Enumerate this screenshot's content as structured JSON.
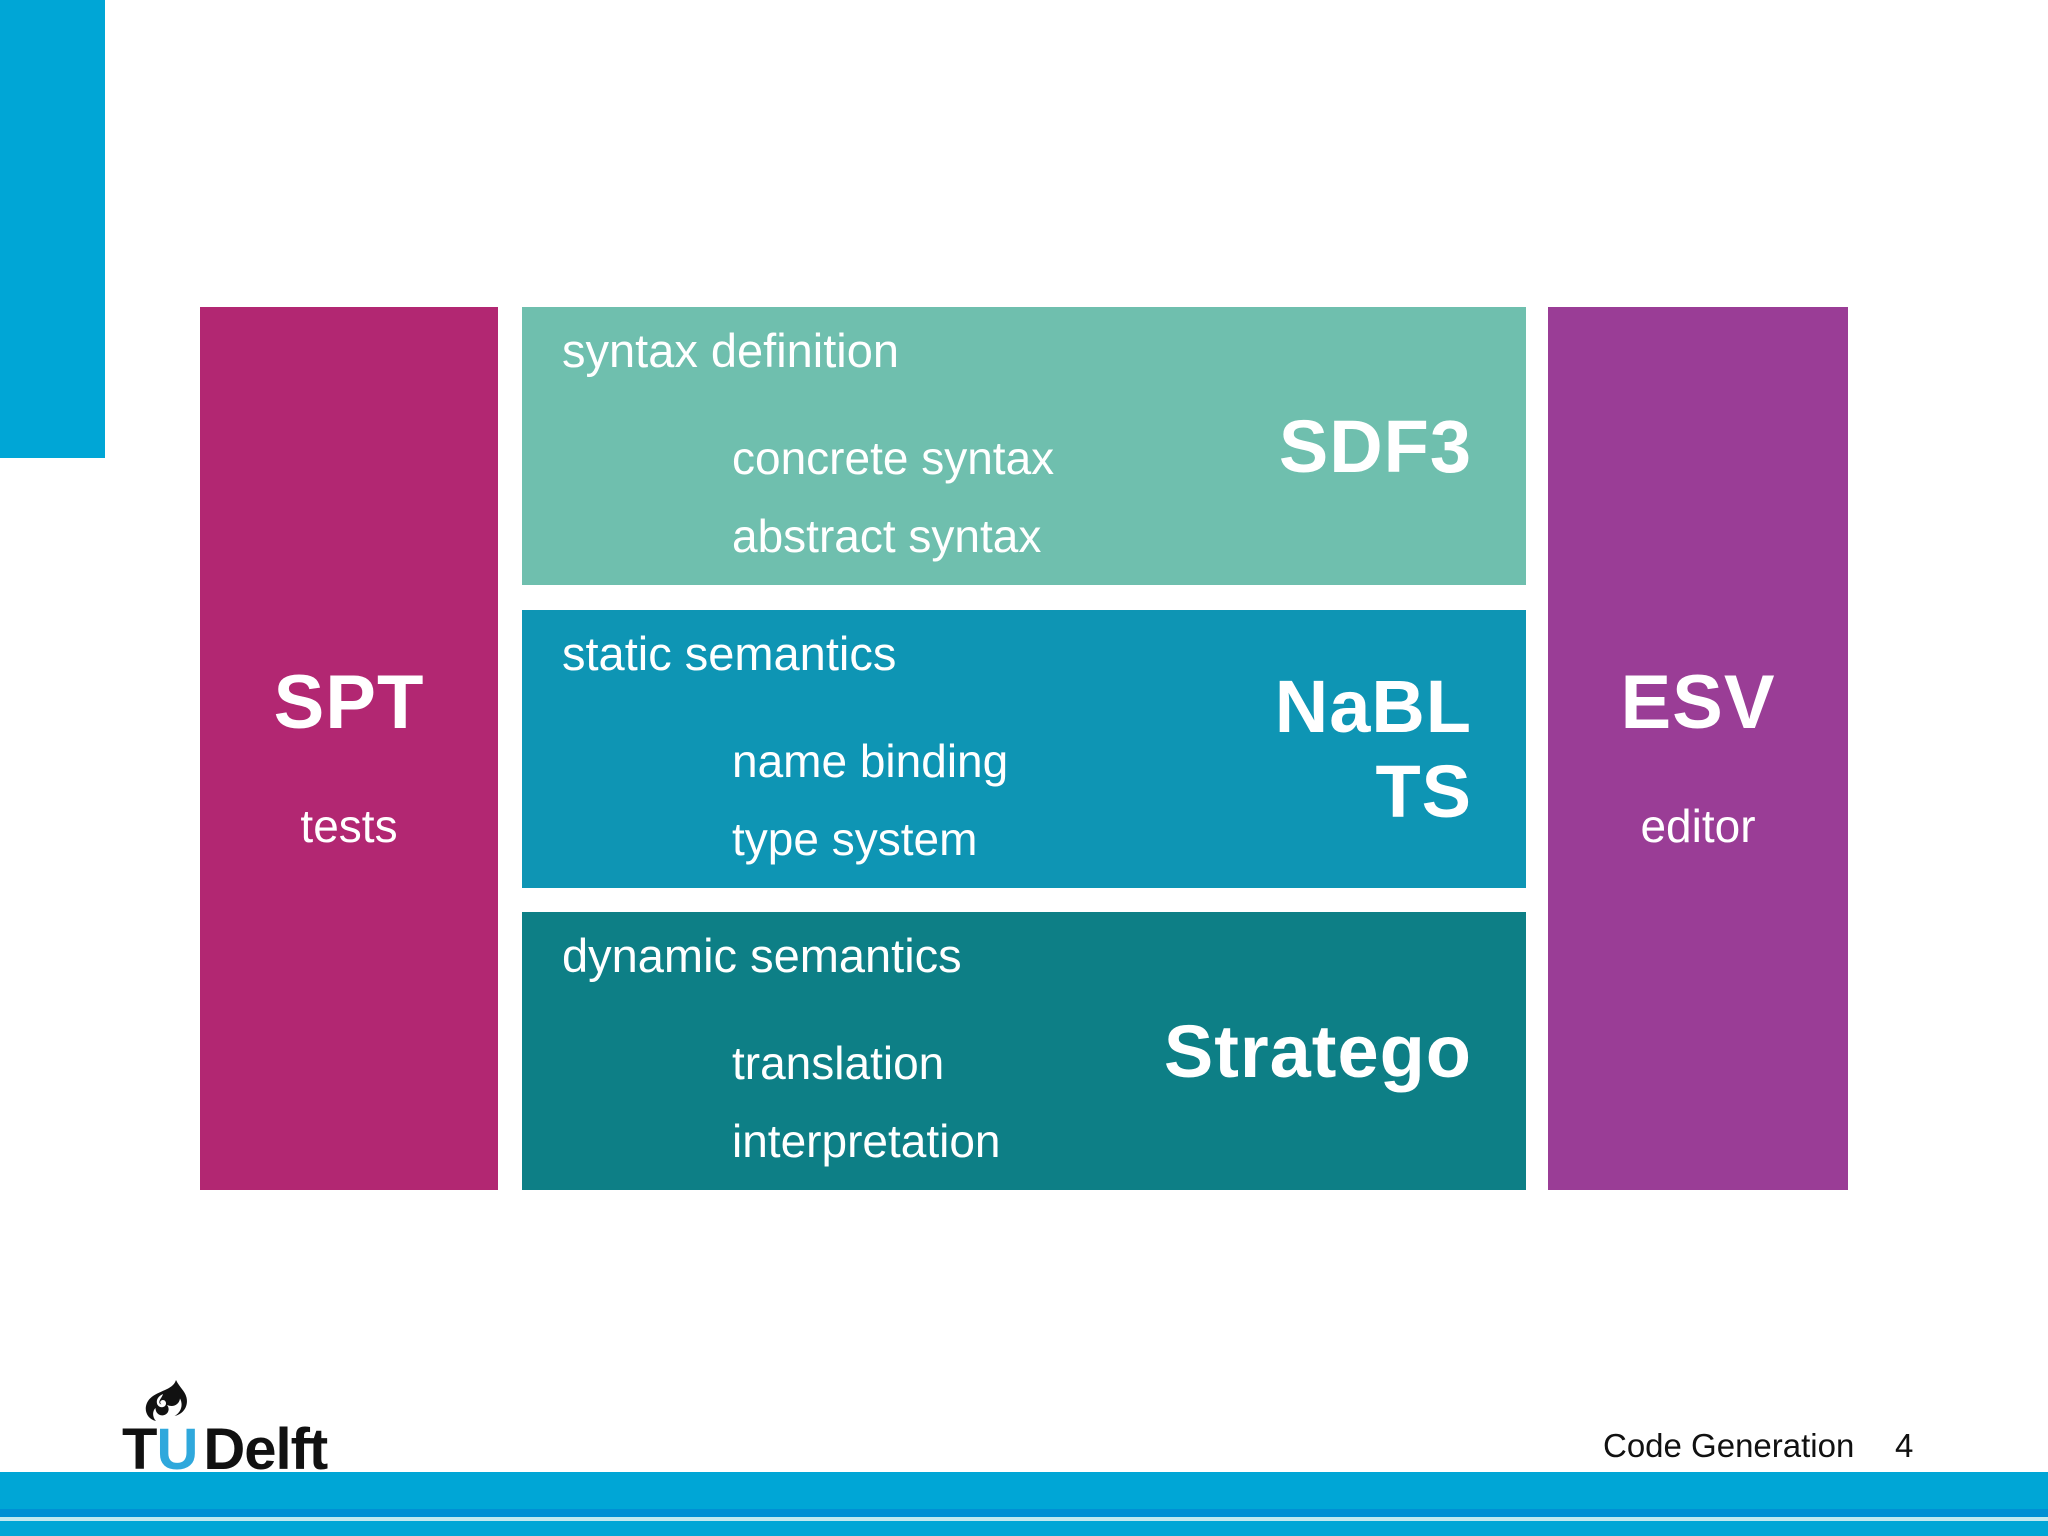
{
  "diagram": {
    "left_bar": {
      "title": "SPT",
      "subtitle": "tests",
      "color": "#B22772"
    },
    "right_bar": {
      "title": "ESV",
      "subtitle": "editor",
      "color": "#9A3D96"
    },
    "rows": [
      {
        "heading": "syntax definition",
        "items": [
          "concrete syntax",
          "abstract syntax"
        ],
        "label_lines": [
          "SDF3"
        ],
        "color": "#6FBFAE"
      },
      {
        "heading": "static semantics",
        "items": [
          "name binding",
          "type system"
        ],
        "label_lines": [
          "NaBL",
          "TS"
        ],
        "color": "#0E95B4"
      },
      {
        "heading": "dynamic semantics",
        "items": [
          "translation",
          "interpretation"
        ],
        "label_lines": [
          "Stratego"
        ],
        "color": "#0D7F86"
      }
    ]
  },
  "footer": {
    "course_label": "Code Generation",
    "page_number": "4",
    "accent_color": "#00A6D6"
  },
  "logo": {
    "letter_t": "T",
    "letter_u": "U",
    "word": "Delft"
  }
}
